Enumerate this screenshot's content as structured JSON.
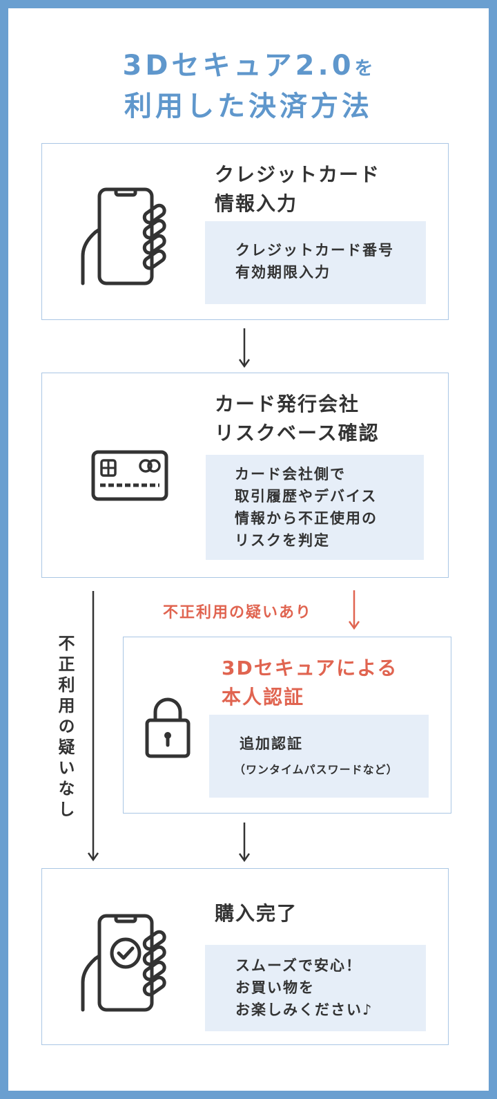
{
  "title": {
    "line1_main": "3Dセキュア2.0",
    "line1_particle": "を",
    "line2": "利用した決済方法"
  },
  "steps": [
    {
      "title": "クレジットカード\n情報入力",
      "info": "クレジットカード番号\n有効期限入力",
      "icon": "smartphone-in-hand-icon"
    },
    {
      "title": "カード発行会社\nリスクベース確認",
      "info": "カード会社側で\n取引履歴やデバイス\n情報から不正使用の\nリスクを判定",
      "icon": "credit-card-icon"
    },
    {
      "title": "3Dセキュアによる\n本人認証",
      "info": "追加認証",
      "note": "（ワンタイムパスワードなど）",
      "icon": "padlock-icon"
    },
    {
      "title": "購入完了",
      "info": "スムーズで安心！\nお買い物を\nお楽しみください♪",
      "icon": "smartphone-check-icon"
    }
  ],
  "branches": {
    "suspicious": "不正利用の疑いあり",
    "not_suspicious": "不正利用の疑いなし"
  },
  "colors": {
    "frame": "#6a9fd0",
    "title": "#5f97cc",
    "alert": "#e06450",
    "box_border": "#a9c6e4",
    "info_bg": "#e6eef8",
    "text": "#333333"
  }
}
